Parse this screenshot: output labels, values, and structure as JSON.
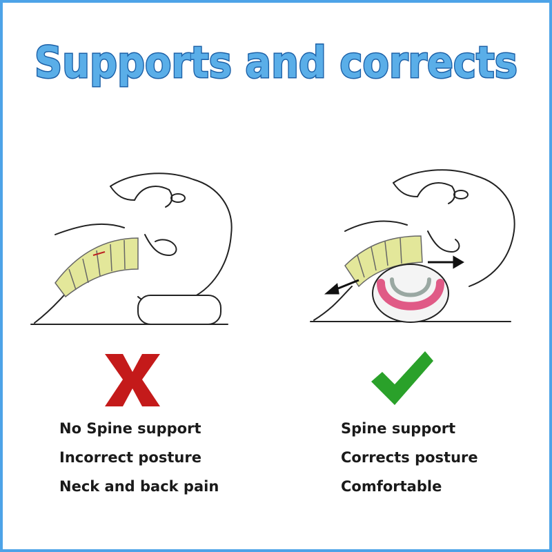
{
  "title": "Supports and corrects",
  "colors": {
    "title_fill": "#5aaee8",
    "title_outline": "#1b5fa6",
    "frame": "#4da3e8",
    "cross": "#c41a1a",
    "check": "#2aa12a",
    "spine": "#e3e79a",
    "pillow_core": "#e05a86"
  },
  "left_panel": {
    "mark_icon": "cross-icon",
    "items": [
      "No Spine support",
      "Incorrect posture",
      "Neck and back pain"
    ]
  },
  "right_panel": {
    "mark_icon": "check-icon",
    "items": [
      "Spine support",
      "Corrects posture",
      "Comfortable"
    ]
  }
}
